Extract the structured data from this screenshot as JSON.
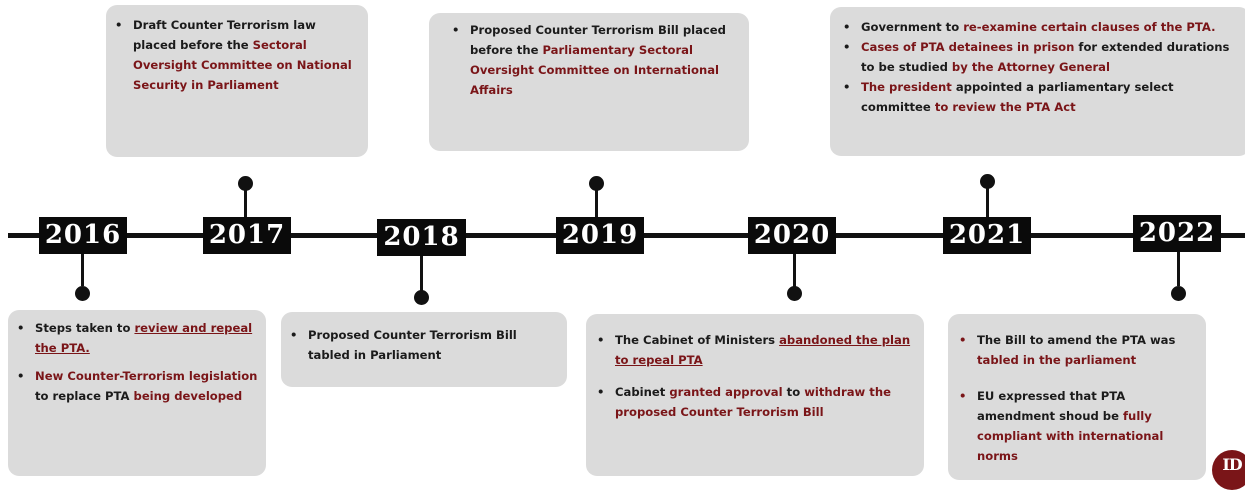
{
  "colors": {
    "highlight": "#7a1518",
    "card": "#dbdbdb",
    "year_bg": "#0a0a0a"
  },
  "years": [
    "2016",
    "2017",
    "2018",
    "2019",
    "2020",
    "2021",
    "2022"
  ],
  "events": {
    "y2016": {
      "b1": {
        "pre": "Steps taken to ",
        "link": "review and repeal the PTA."
      },
      "b2": {
        "hl1": "New Counter-Terrorism legislation",
        "mid": " to replace PTA ",
        "hl2": "being developed"
      }
    },
    "y2017": {
      "b1": {
        "pre": "Draft Counter Terrorism law placed before the ",
        "hl": "Sectoral Oversight Committee on National Security in Parliament"
      }
    },
    "y2018": {
      "b1": {
        "text": "Proposed Counter Terrorism Bill tabled in Parliament"
      }
    },
    "y2019": {
      "b1": {
        "pre": "Proposed Counter Terrorism Bill placed before the ",
        "hl": "Parliamentary Sectoral Oversight Committee on International Affairs"
      }
    },
    "y2020": {
      "b1": {
        "pre": "The Cabinet of Ministers ",
        "link": "abandoned the plan to repeal PTA"
      },
      "b2": {
        "pre": "Cabinet ",
        "hl1": "granted approval",
        "mid": " to ",
        "hl2": "withdraw the proposed Counter Terrorism Bill"
      }
    },
    "y2021": {
      "b1": {
        "pre": "Government to ",
        "hl": "re-examine certain clauses of the PTA."
      },
      "b2": {
        "hl1": "Cases of PTA detainees in prison",
        "mid": " for extended durations to be studied ",
        "hl2": "by the Attorney General"
      },
      "b3": {
        "hl1": "The president",
        "mid": " appointed a parliamentary select committee ",
        "hl2": "to review the PTA Act"
      }
    },
    "y2022": {
      "b1": {
        "pre": "The Bill to amend the PTA was ",
        "hl": "tabled in the parliament"
      },
      "b2": {
        "pre": "EU expressed that  PTA amendment shoud be ",
        "hl": "fully compliant with international norms"
      }
    }
  },
  "logo": {
    "label": "logo-mark"
  }
}
